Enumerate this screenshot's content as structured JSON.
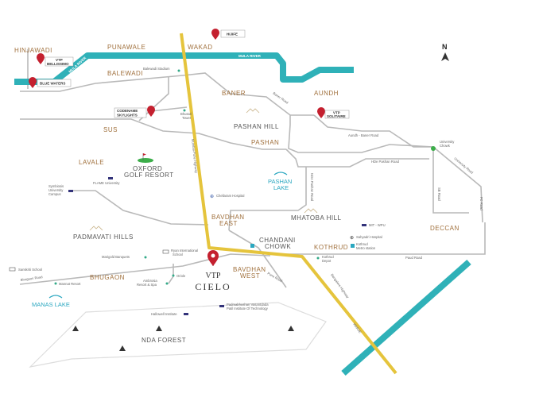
{
  "colors": {
    "river": "#2fb1b8",
    "highway": "#e5c43c",
    "pin": "#c4202f",
    "area_text": "#a0703c",
    "lake_text": "#2aa7c0"
  },
  "compass": {
    "letter": "N",
    "icon": "north-arrow-icon"
  },
  "rivers": {
    "mula": "MULA RIVER",
    "mutha": "MUTHA RIVER"
  },
  "areas": {
    "hinjawadi": "HINJAWADI",
    "punawale": "PUNAWALE",
    "wakad": "WAKAD",
    "balewadi": "BALEWADI",
    "baner": "BANER",
    "aundh": "AUNDH",
    "sus": "SUS",
    "pashan_hill": "PASHAN HILL",
    "pashan": "PASHAN",
    "lavale": "LAVALE",
    "golf_1": "OXFORD",
    "golf_2": "GOLF RESORT",
    "pashan_lake_1": "PASHAN",
    "pashan_lake_2": "LAKE",
    "mhatoba_hill": "MHATOBA HILL",
    "bavdhan_east_1": "BAVDHAN",
    "bavdhan_east_2": "EAST",
    "padmavati": "PADMAVATI HILLS",
    "deccan": "DECCAN",
    "chandani_1": "CHANDANI",
    "chandani_2": "CHOWK",
    "kothrud": "KOTHRUD",
    "bavdhan_west_1": "BAVDHAN",
    "bavdhan_west_2": "WEST",
    "bhugaon": "BHUGAON",
    "manas_lake": "MANAS LAKE",
    "nda_forest": "NDA FOREST"
  },
  "project": {
    "line1": "VTP",
    "line2": "CIELO"
  },
  "pins": {
    "hijife": "HIJIFE",
    "bellissimo_1": "VTP",
    "bellissimo_2": "BELLISSIMO",
    "blue_waters": "BLUE WATERS",
    "skylights_1": "CODENAME",
    "skylights_2": "SKYLIGHTS",
    "solitaire_1": "VTP",
    "solitaire_2": "SOLITAIRE"
  },
  "landmarks": {
    "balewadi_stadium": "Balewadi Stadium",
    "bhusari_1": "Bhusari",
    "bhusari_2": "Tower",
    "baner_road": "Baner Road",
    "aundh_baner": "Aundh - Baner Road",
    "university_1": "University",
    "university_2": "Chowk",
    "hde_pashan": "HDe Pashan Road",
    "university_road": "University Road",
    "sb_road": "SB Road",
    "fc_road": "FC Road",
    "nda_pashan": "NDA Pashan Road",
    "mumbai_pune": "Mumbai-Pune Highway",
    "chellaram": "Chellaram Hospital",
    "symbiosis_1": "Symbiosis",
    "symbiosis_2": "University",
    "symbiosis_3": "Campus",
    "flame": "FLAME University",
    "ryan_1": "Ryan International",
    "ryan_2": "School",
    "marigold": "Marigold Banquets",
    "sanskriti": "Sanskriti School",
    "oriole": "Oriole",
    "ambrosia_1": "Ambrosia",
    "ambrosia_2": "Resort & Spa",
    "mannat": "Mannat Resort",
    "bhugaon_road": "Bhugaon Road",
    "mit": "MIT - WPU",
    "sahyadri": "Sahyadri Hospital",
    "metro_1": "Kothrud",
    "metro_2": "Metro station",
    "depot_1": "Kothrud",
    "depot_2": "Depot",
    "paud": "Paud Road",
    "bangalore": "Bangalore Highway",
    "warje": "WARJE",
    "pvpit_1": "Padmabhushan Vasantdada",
    "pvpit_2": "Patil Institute Of Technology",
    "hallowell": "Hallowell Institute",
    "pune_road": "Pune Road"
  }
}
